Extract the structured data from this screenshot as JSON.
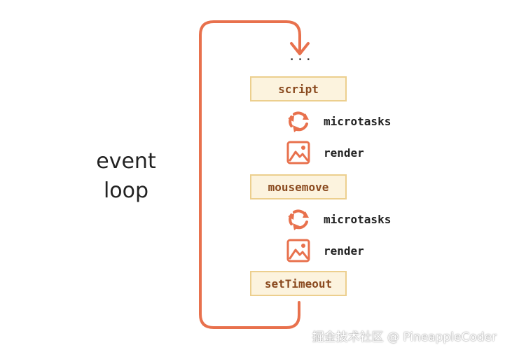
{
  "diagram": {
    "loop_label_line1": "event",
    "loop_label_line2": "loop",
    "ellipsis": "...",
    "tasks": {
      "script": "script",
      "mousemove": "mousemove",
      "settimeout": "setTimeout"
    },
    "steps": {
      "microtasks": "microtasks",
      "render": "render"
    }
  },
  "watermark": "掘金技术社区 @ PineappleCoder",
  "colors": {
    "loop_arrow": "#e8714d",
    "task_fill": "#fcf3de",
    "task_border": "#eccf8e",
    "task_text": "#8a4a1f",
    "icon": "#e8714d"
  },
  "icons": {
    "microtasks": "refresh-cycle-icon",
    "render": "image-render-icon"
  }
}
